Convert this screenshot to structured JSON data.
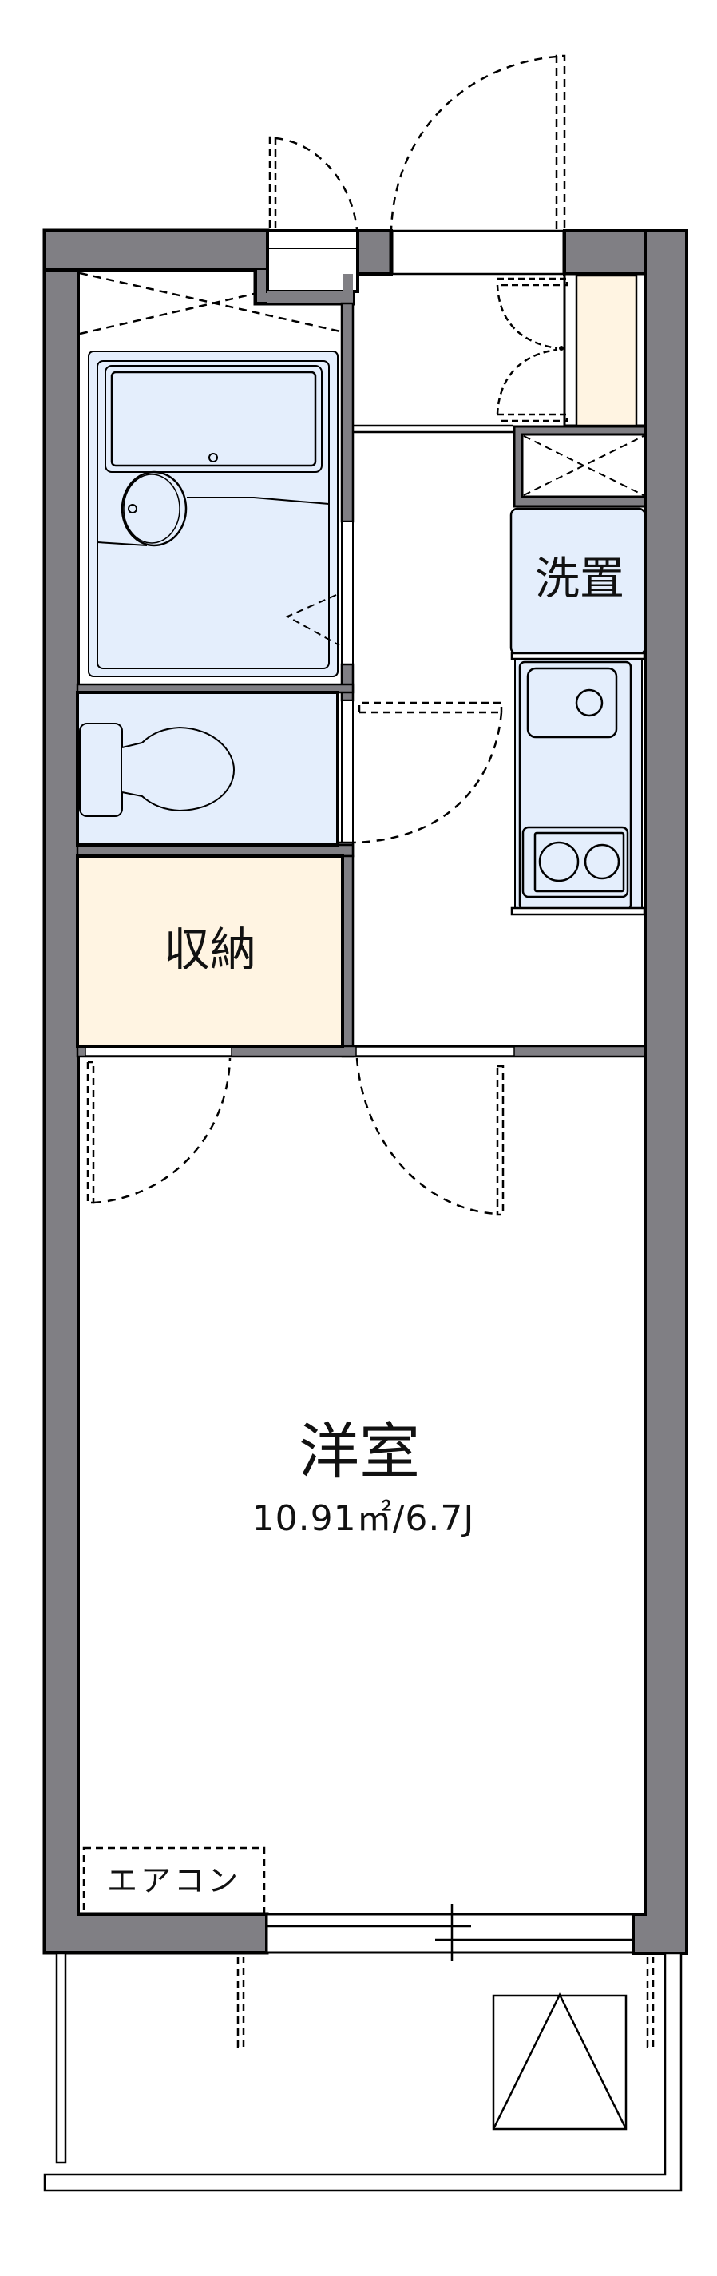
{
  "floor_plan": {
    "type": "1K apartment floor plan",
    "rooms": {
      "main_room": {
        "label": "洋室",
        "area": "10.91㎡/6.7J"
      },
      "storage": {
        "label": "収納"
      },
      "washer_space": {
        "label": "洗置"
      },
      "aircon": {
        "label": "エアコン"
      }
    },
    "fixtures": [
      "unit-bath",
      "toilet",
      "kitchen-sink",
      "two-burner-stove",
      "shoe-cabinet",
      "pipe-shaft",
      "evacuation-hatch",
      "balcony",
      "sliding-window"
    ],
    "colors": {
      "wall": "#807f84",
      "wall_outline": "#000000",
      "wet_area": "#e4eefc",
      "storage": "#fff4e2",
      "floor": "#ffffff"
    }
  }
}
